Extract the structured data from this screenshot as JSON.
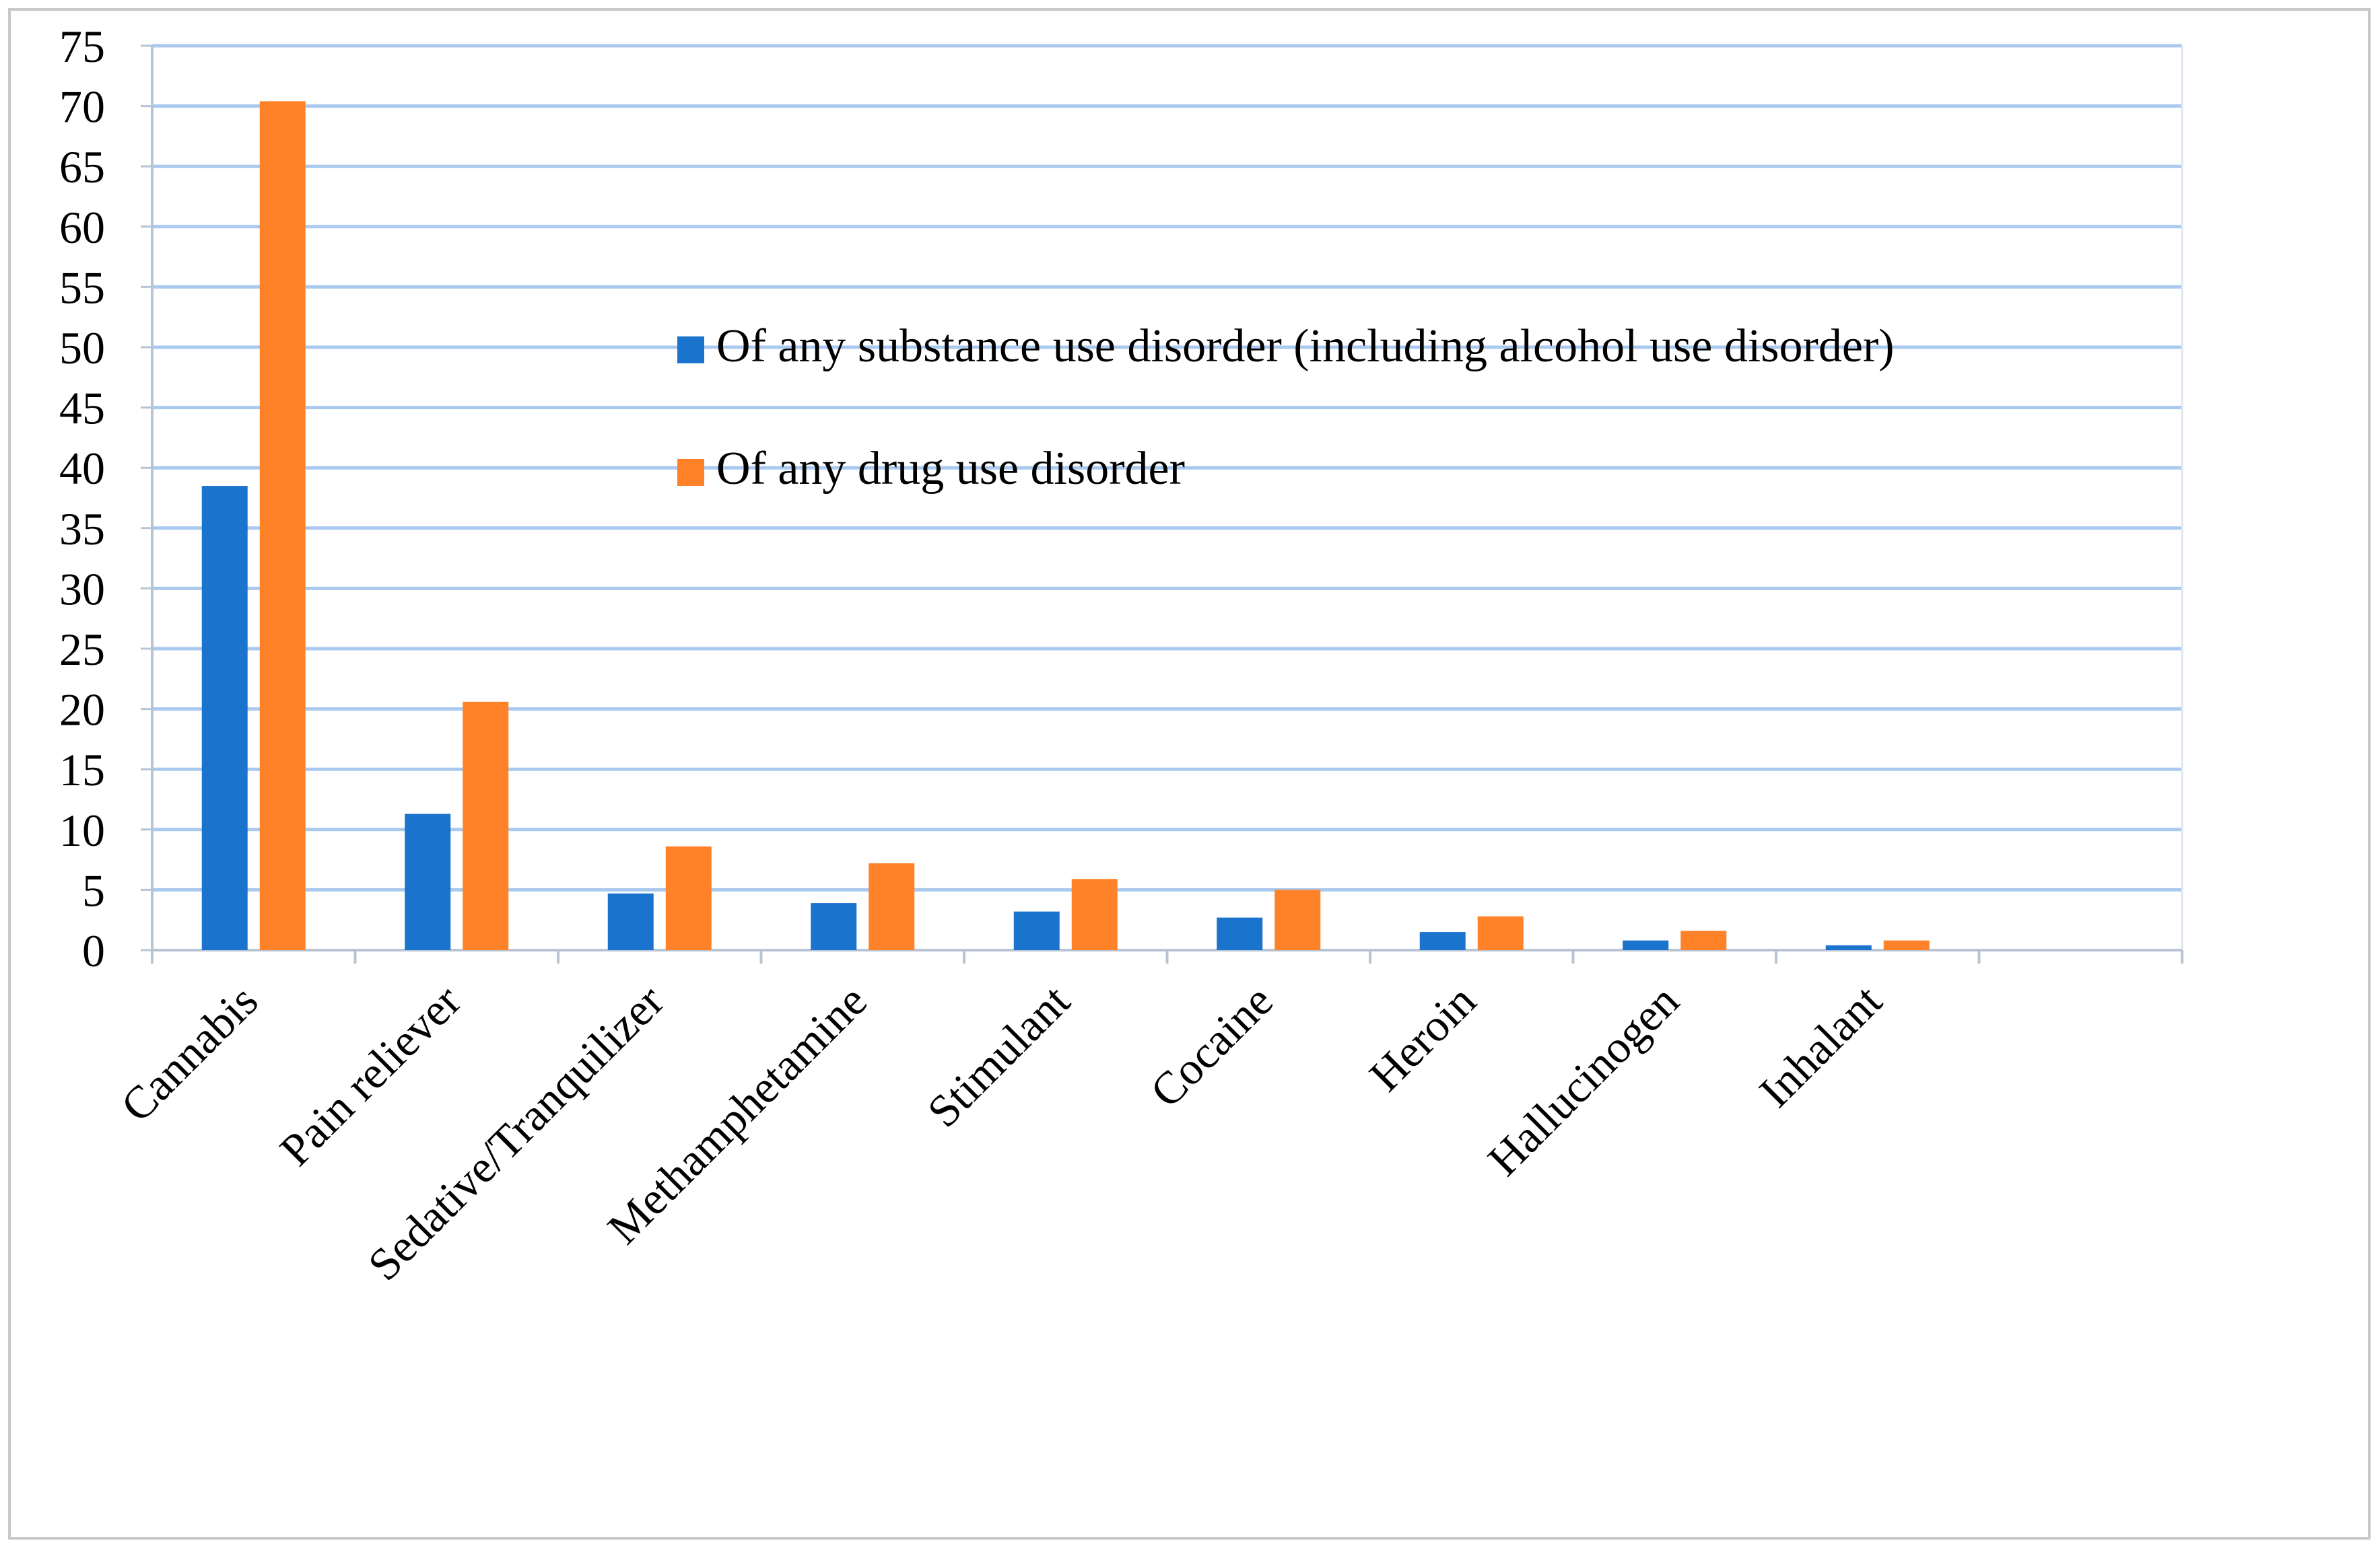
{
  "chart_data": {
    "type": "bar",
    "title": "",
    "xlabel": "",
    "ylabel": "",
    "categories": [
      "Cannabis",
      "Pain reliever",
      "Sedative/Tranquilizer",
      "Methamphetamine",
      "Stimulant",
      "Cocaine",
      "Heroin",
      "Hallucinogen",
      "Inhalant",
      ""
    ],
    "series": [
      {
        "name": "Of any substance use disorder (including alcohol use disorder)",
        "color": "#1a73cc",
        "values": [
          38.5,
          11.3,
          4.7,
          3.9,
          3.2,
          2.7,
          1.5,
          0.8,
          0.4,
          null
        ]
      },
      {
        "name": "Of any drug use disorder",
        "color": "#ff8229",
        "values": [
          70.4,
          20.6,
          8.6,
          7.2,
          5.9,
          5.0,
          2.8,
          1.6,
          0.8,
          null
        ]
      }
    ],
    "ylim": [
      0,
      75
    ],
    "yticks": [
      "0",
      "5",
      "10",
      "15",
      "20",
      "25",
      "30",
      "35",
      "40",
      "45",
      "50",
      "55",
      "60",
      "65",
      "70",
      "75"
    ],
    "grid": true,
    "gridline_color": "#aac9ee",
    "legend_position": "inside-top-center",
    "x_tick_rotation_deg": -45
  }
}
